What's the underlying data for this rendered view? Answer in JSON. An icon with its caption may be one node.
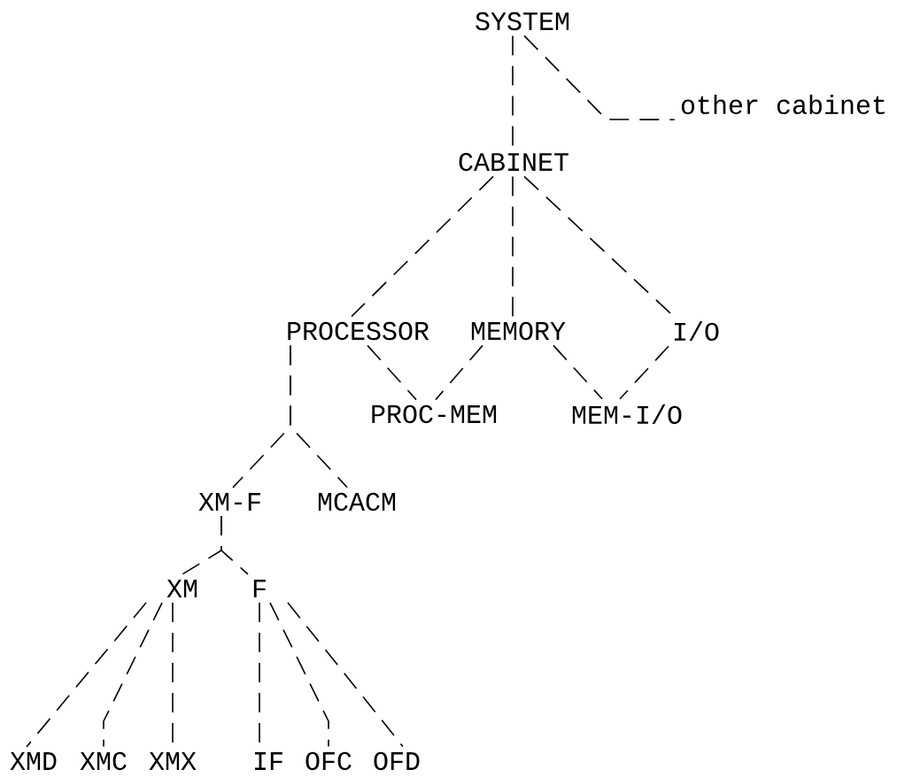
{
  "diagram": {
    "nodes": [
      {
        "text": [
          "SYSTEM"
        ]
      },
      {
        "text": [
          "other cabinet"
        ]
      },
      {
        "text": [
          "CABINET"
        ]
      },
      {
        "text": [
          "PROCESSOR"
        ]
      },
      {
        "text": [
          "MEMORY"
        ]
      },
      {
        "text": [
          "I/O"
        ]
      },
      {
        "text": [
          "PROC-MEM"
        ]
      },
      {
        "text": [
          "MEM-I/O"
        ]
      },
      {
        "text": [
          "XM-F"
        ]
      },
      {
        "text": [
          "MCACM"
        ]
      },
      {
        "text": [
          "XM"
        ]
      },
      {
        "text": [
          "F"
        ]
      },
      {
        "text": [
          "XMD"
        ]
      },
      {
        "text": [
          "XMC"
        ]
      },
      {
        "text": [
          "XMX"
        ]
      },
      {
        "text": [
          "IF"
        ]
      },
      {
        "text": [
          "OFC"
        ]
      },
      {
        "text": [
          "OFD"
        ]
      }
    ],
    "edges": [
      {
        "from": 0,
        "to": 2,
        "arrow": "none"
      },
      {
        "from": 0,
        "to": 1,
        "arrow": "none"
      },
      {
        "from": 2,
        "to": 3,
        "arrow": "none"
      },
      {
        "from": 2,
        "to": 4,
        "arrow": "none"
      },
      {
        "from": 2,
        "to": 5,
        "arrow": "none"
      },
      {
        "from": 3,
        "to": 6,
        "arrow": "none"
      },
      {
        "from": 4,
        "to": 6,
        "arrow": "none"
      },
      {
        "from": 4,
        "to": 7,
        "arrow": "none"
      },
      {
        "from": 5,
        "to": 7,
        "arrow": "none"
      },
      {
        "from": 3,
        "to": 8,
        "arrow": "none"
      },
      {
        "from": 3,
        "to": 9,
        "arrow": "none"
      },
      {
        "from": 8,
        "to": 10,
        "arrow": "none"
      },
      {
        "from": 8,
        "to": 11,
        "arrow": "none"
      },
      {
        "from": 10,
        "to": 12,
        "arrow": "none"
      },
      {
        "from": 10,
        "to": 13,
        "arrow": "none"
      },
      {
        "from": 10,
        "to": 14,
        "arrow": "none"
      },
      {
        "from": 11,
        "to": 15,
        "arrow": "none"
      },
      {
        "from": 11,
        "to": 16,
        "arrow": "none"
      },
      {
        "from": 11,
        "to": 17,
        "arrow": "none"
      }
    ]
  }
}
